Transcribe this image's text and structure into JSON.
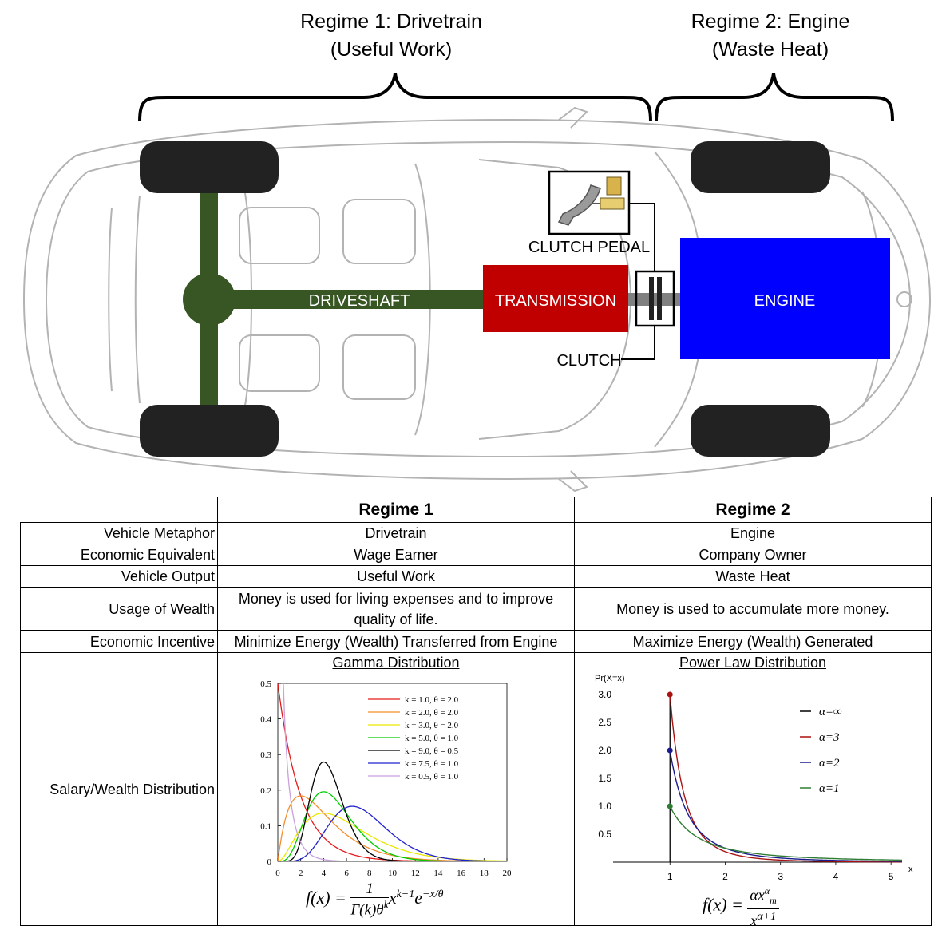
{
  "regimes": {
    "r1_title": "Regime 1:  Drivetrain",
    "r1_sub": "(Useful Work)",
    "r2_title": "Regime 2:  Engine",
    "r2_sub": "(Waste Heat)"
  },
  "car": {
    "driveshaft": "DRIVESHAFT",
    "transmission": "TRANSMISSION",
    "engine": "ENGINE",
    "clutch_pedal": "CLUTCH PEDAL",
    "clutch": "CLUTCH"
  },
  "colors": {
    "drivetrain": "#375623",
    "transmission": "#c00000",
    "engine": "#0000ff",
    "tire": "#222222",
    "outline": "#b3b3b3"
  },
  "table": {
    "col_headers": [
      "Regime 1",
      "Regime 2"
    ],
    "rows": [
      {
        "label": "Vehicle Metaphor",
        "r1": "Drivetrain",
        "r2": "Engine"
      },
      {
        "label": "Economic Equivalent",
        "r1": "Wage Earner",
        "r2": "Company Owner"
      },
      {
        "label": "Vehicle Output",
        "r1": "Useful Work",
        "r2": "Waste Heat"
      },
      {
        "label": "Usage of Wealth",
        "r1": "Money is used for living expenses and to improve quality of life.",
        "r2": "Money is used to accumulate more money."
      },
      {
        "label": "Economic Incentive",
        "r1": "Minimize Energy (Wealth) Transferred from Engine",
        "r2": "Maximize Energy (Wealth) Generated"
      }
    ],
    "dist_label": "Salary/Wealth Distribution",
    "gamma_title": "Gamma Distribution",
    "power_title": "Power Law Distribution"
  },
  "chart_data": [
    {
      "type": "line",
      "title": "Gamma Distribution",
      "xlim": [
        0,
        20
      ],
      "ylim": [
        0,
        0.5
      ],
      "xticks": [
        0,
        2,
        4,
        6,
        8,
        10,
        12,
        14,
        16,
        18,
        20
      ],
      "yticks": [
        0,
        0.1,
        0.2,
        0.3,
        0.4,
        0.5
      ],
      "legend_position": "top-right",
      "series": [
        {
          "name": "k = 1.0, θ = 2.0",
          "k": 1.0,
          "theta": 2.0,
          "color": "#e41a1c"
        },
        {
          "name": "k = 2.0, θ = 2.0",
          "k": 2.0,
          "theta": 2.0,
          "color": "#f28e2b"
        },
        {
          "name": "k = 3.0, θ = 2.0",
          "k": 3.0,
          "theta": 2.0,
          "color": "#e8e800"
        },
        {
          "name": "k = 5.0, θ = 1.0",
          "k": 5.0,
          "theta": 1.0,
          "color": "#00cc00"
        },
        {
          "name": "k = 9.0, θ = 0.5",
          "k": 9.0,
          "theta": 0.5,
          "color": "#000000"
        },
        {
          "name": "k = 7.5, θ = 1.0",
          "k": 7.5,
          "theta": 1.0,
          "color": "#2222cc"
        },
        {
          "name": "k = 0.5, θ = 1.0",
          "k": 0.5,
          "theta": 1.0,
          "color": "#c9a0dc"
        }
      ],
      "formula": {
        "lhs": "f(x) =",
        "num": "1",
        "den": "Γ(k)θ",
        "den_sup": "k",
        "tail": "x",
        "tail_sup": "k−1",
        "exp": "e",
        "exp_sup": "−x/θ"
      }
    },
    {
      "type": "line",
      "title": "Power Law Distribution",
      "ylabel": "Pr(X=x)",
      "xlabel": "x",
      "xlim": [
        0,
        5.2
      ],
      "ylim": [
        0,
        3.2
      ],
      "xticks": [
        1,
        2,
        3,
        4,
        5
      ],
      "yticks": [
        0.5,
        1.0,
        1.5,
        2.0,
        2.5,
        3.0
      ],
      "ytick_labels": [
        "0.5",
        "1.0",
        "1.5",
        "2.0",
        "2.5",
        "3.0"
      ],
      "legend_position": "right",
      "series": [
        {
          "name": "α=∞",
          "alpha": null,
          "color": "#000000"
        },
        {
          "name": "α=3",
          "alpha": 3,
          "color": "#aa1111"
        },
        {
          "name": "α=2",
          "alpha": 2,
          "color": "#1a1a8c"
        },
        {
          "name": "α=1",
          "alpha": 1,
          "color": "#2e7d32"
        }
      ],
      "formula": {
        "lhs": "f(x) =",
        "num": "αx",
        "num_sup": "α",
        "num_sub": "m",
        "den": "x",
        "den_sup": "α+1"
      }
    }
  ]
}
